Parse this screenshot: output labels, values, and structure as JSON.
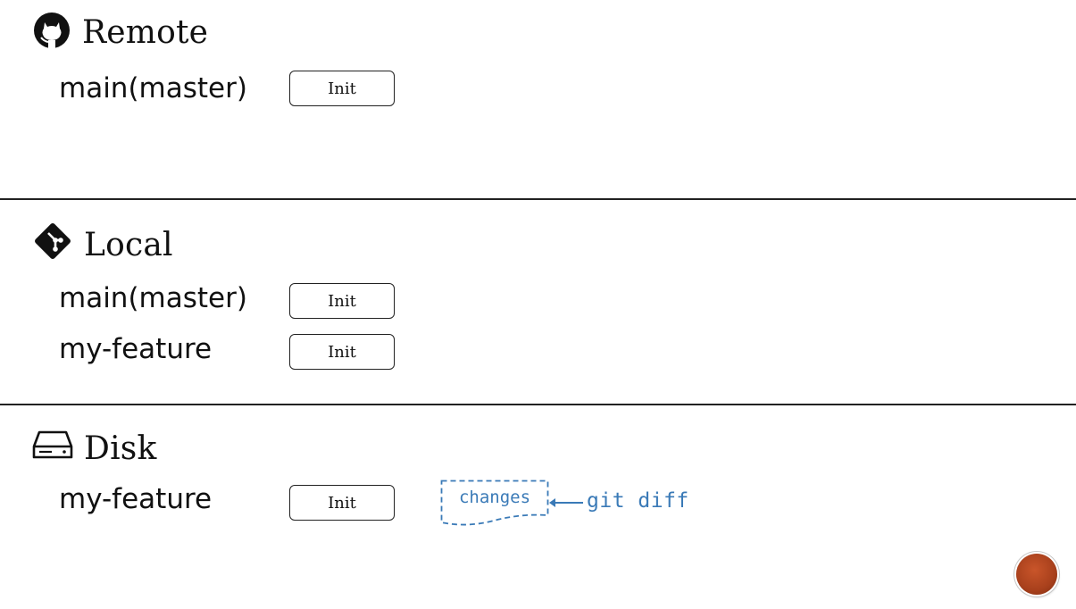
{
  "sections": {
    "remote": {
      "title": "Remote",
      "icon": "github-icon",
      "branches": [
        {
          "name": "main(master)",
          "commit": "Init"
        }
      ]
    },
    "local": {
      "title": "Local",
      "icon": "git-diamond-icon",
      "branches": [
        {
          "name": "main(master)",
          "commit": "Init"
        },
        {
          "name": "my-feature",
          "commit": "Init"
        }
      ]
    },
    "disk": {
      "title": "Disk",
      "icon": "hard-drive-icon",
      "branches": [
        {
          "name": "my-feature",
          "commit": "Init"
        }
      ],
      "changes_label": "changes",
      "command": "git diff"
    }
  },
  "colors": {
    "text": "#111111",
    "accent_blue": "#3a7ab7",
    "divider": "#222222",
    "nav_button": "#b2461f"
  }
}
